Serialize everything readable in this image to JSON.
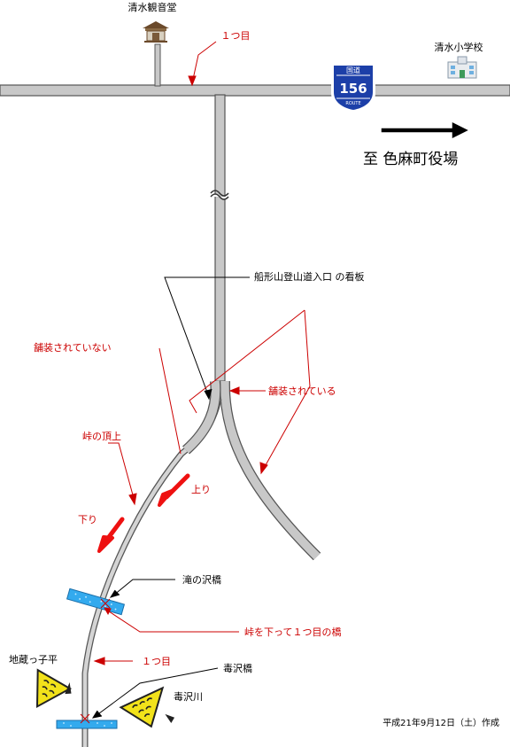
{
  "labels": {
    "shimizu_kannondo": "清水観音堂",
    "hitotsume_top": "１つ目",
    "shimizu_school": "清水小学校",
    "route_top": "国道",
    "route_number": "156",
    "route_bottom": "ROUTE",
    "destination": "至 色麻町役場",
    "signboard": "船形山登山道入口 の看板",
    "unpaved": "舗装されていない",
    "paved": "舗装されている",
    "pass_summit": "峠の頂上",
    "uphill": "上り",
    "downhill": "下り",
    "takinosawa_bridge": "滝の沢橋",
    "first_bridge_after_pass": "峠を下って１つ目の橋",
    "jizokkodaira": "地蔵っ子平",
    "hitotsume_bottom": "１つ目",
    "dokusawa_bridge": "毒沢橋",
    "dokusawa_river": "毒沢川",
    "created": "平成21年9月12日（土）作成"
  },
  "colors": {
    "road": "#c8c8c8",
    "road_edge": "#555555",
    "annotation_red": "#cc0000",
    "route_shield": "#1c3fa8",
    "water": "#33aaee",
    "warning_sign": "#f2e21a"
  }
}
